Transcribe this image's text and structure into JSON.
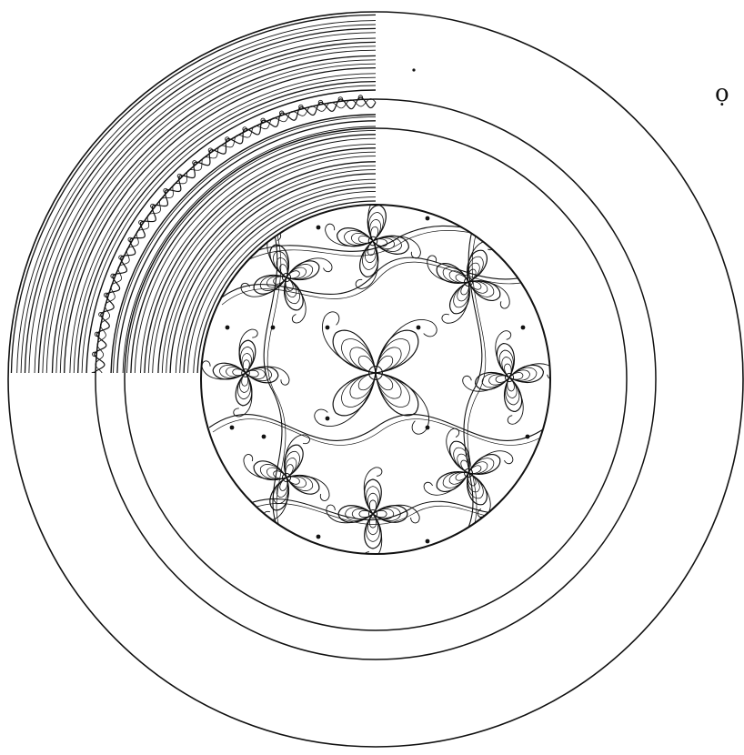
{
  "figure": {
    "label": "ọ",
    "colors": {
      "ink": "#111111",
      "paper": "#ffffff"
    },
    "rings": [
      {
        "name": "outer-rim"
      },
      {
        "name": "middle-ring"
      },
      {
        "name": "inner-ring"
      },
      {
        "name": "well-edge"
      }
    ],
    "hatched_quadrant": "top-left",
    "band_motif": "wave-scroll",
    "medallion_motif": "floral-scrollwork"
  }
}
